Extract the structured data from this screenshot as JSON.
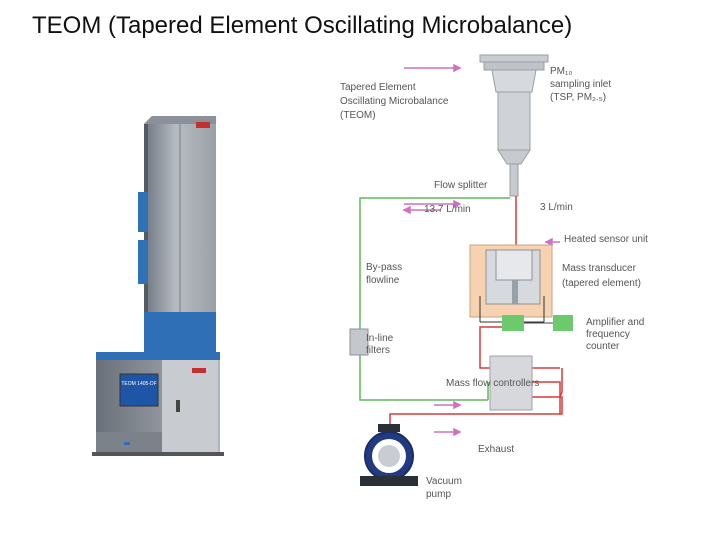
{
  "title": "TEOM (Tapered Element Oscillating Microbalance)",
  "photo": {
    "screen_text": "TEOM 1405-DF"
  },
  "diagram": {
    "labels": {
      "teom_line1": "Tapered Element",
      "teom_line2": "Oscillating Microbalance",
      "teom_line3": "(TEOM)",
      "inlet_line1": "PM₁₀",
      "inlet_line2": "sampling inlet",
      "inlet_line3": "(TSP, PM₂.₅)",
      "flow_splitter": "Flow splitter",
      "flow_bypass": "13.7 L/min",
      "flow_main": "3 L/min",
      "heated_sensor": "Heated sensor unit",
      "bypass_line1": "By-pass",
      "bypass_line2": "flowline",
      "transducer_line1": "Mass transducer",
      "transducer_line2": "(tapered element)",
      "amplifier_line1": "Amplifier and",
      "amplifier_line2": "frequency",
      "amplifier_line3": "counter",
      "inline_line1": "In-line",
      "inline_line2": "filters",
      "mfc": "Mass flow controllers",
      "exhaust": "Exhaust",
      "vacuum_line1": "Vacuum",
      "vacuum_line2": "pump"
    },
    "colors": {
      "bypass_flow": "#5fb85f",
      "main_flow": "#d93a3a",
      "heated_unit": "#f6d2b0",
      "arrows": "#d070c0",
      "amplifier": "#6cc96c"
    }
  }
}
